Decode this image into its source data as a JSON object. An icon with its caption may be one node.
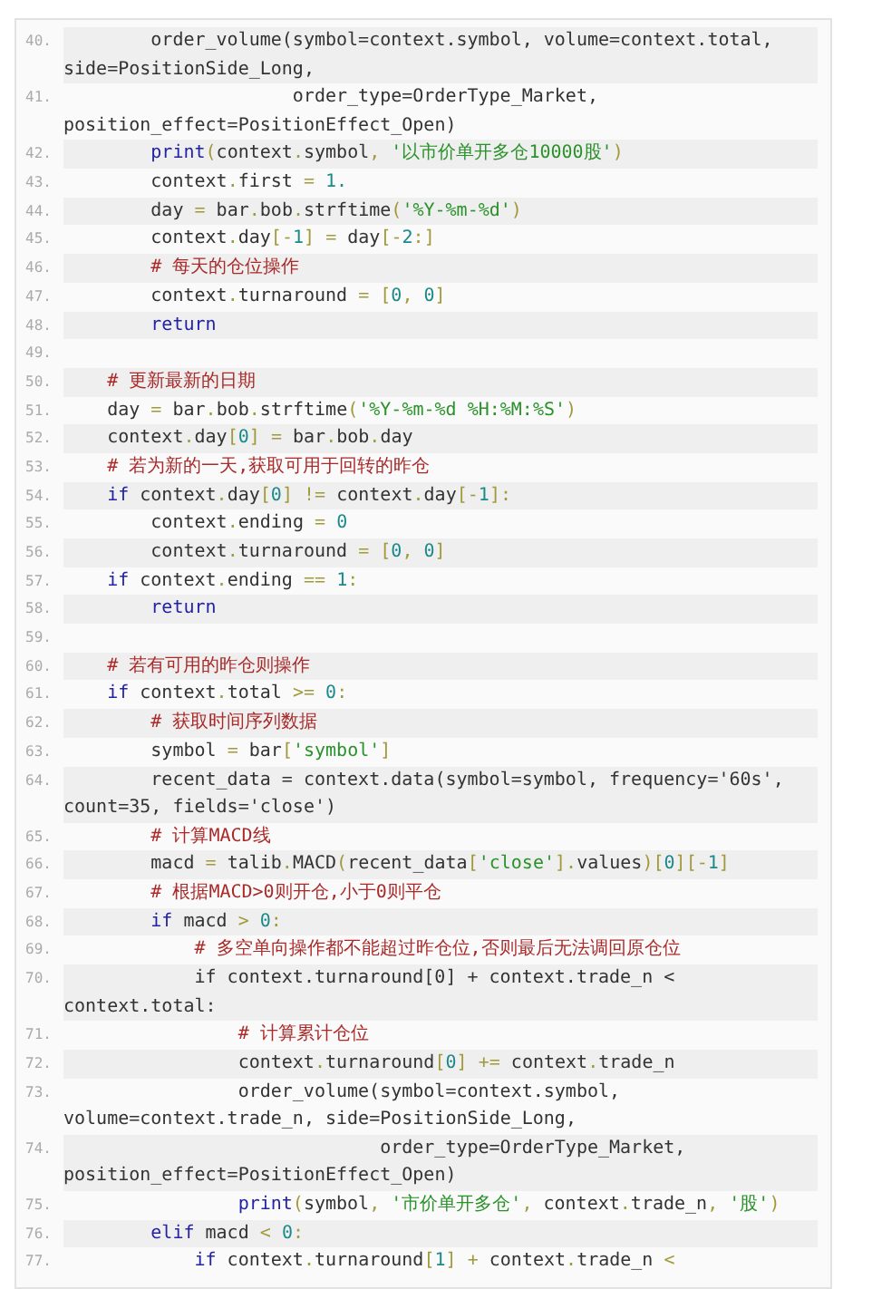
{
  "diagram": {
    "labels": [
      "40.",
      "order_volume(symbol=context.symbol, volume=context.total, side=PositionSide_Long,",
      "41.",
      "order_type=OrderType_Market, position_effect=PositionEffect_Open)",
      "42.",
      "print(context.symbol, '以市价单开多仓10000股')",
      "43.",
      "context.first = 1.",
      "44.",
      "day = bar.bob.strftime('%Y-%m-%d')",
      "45.",
      "context.day[-1] = day[-2:]",
      "46.",
      "# 每天的仓位操作",
      "47.",
      "context.turnaround = [0, 0]",
      "48.",
      "return",
      "49.",
      "50.",
      "# 更新最新的日期",
      "51.",
      "day = bar.bob.strftime('%Y-%m-%d %H:%M:%S')",
      "52.",
      "context.day[0] = bar.bob.day",
      "53.",
      "# 若为新的一天,获取可用于回转的昨仓",
      "54.",
      "if context.day[0] != context.day[-1]:",
      "55.",
      "context.ending = 0",
      "56.",
      "context.turnaround = [0, 0]",
      "57.",
      "if context.ending == 1:",
      "58.",
      "return",
      "59.",
      "60.",
      "# 若有可用的昨仓则操作",
      "61.",
      "if context.total >= 0:",
      "62.",
      "# 获取时间序列数据",
      "63.",
      "symbol = bar['symbol']",
      "64.",
      "recent_data = context.data(symbol=symbol, frequency='60s', count=35, fields='close')",
      "65.",
      "# 计算MACD线",
      "66.",
      "macd = talib.MACD(recent_data['close'].values)[0][-1]",
      "67.",
      "# 根据MACD>0则开仓,小于0则平仓",
      "68.",
      "if macd > 0:",
      "69.",
      "# 多空单向操作都不能超过昨仓位,否则最后无法调回原仓位",
      "70.",
      "if context.turnaround[0] + context.trade_n < context.total:",
      "71.",
      "# 计算累计仓位",
      "72.",
      "context.turnaround[0] += context.trade_n",
      "73.",
      "order_volume(symbol=context.symbol, volume=context.trade_n, side=PositionSide_Long,",
      "74.",
      "order_type=OrderType_Market, position_effect=PositionEffect_Open)",
      "75.",
      "print(symbol, '市价单开多仓', context.trade_n, '股')",
      "76.",
      "elif macd < 0:",
      "77.",
      "if context.turnaround[1] + context.trade_n <"
    ]
  }
}
